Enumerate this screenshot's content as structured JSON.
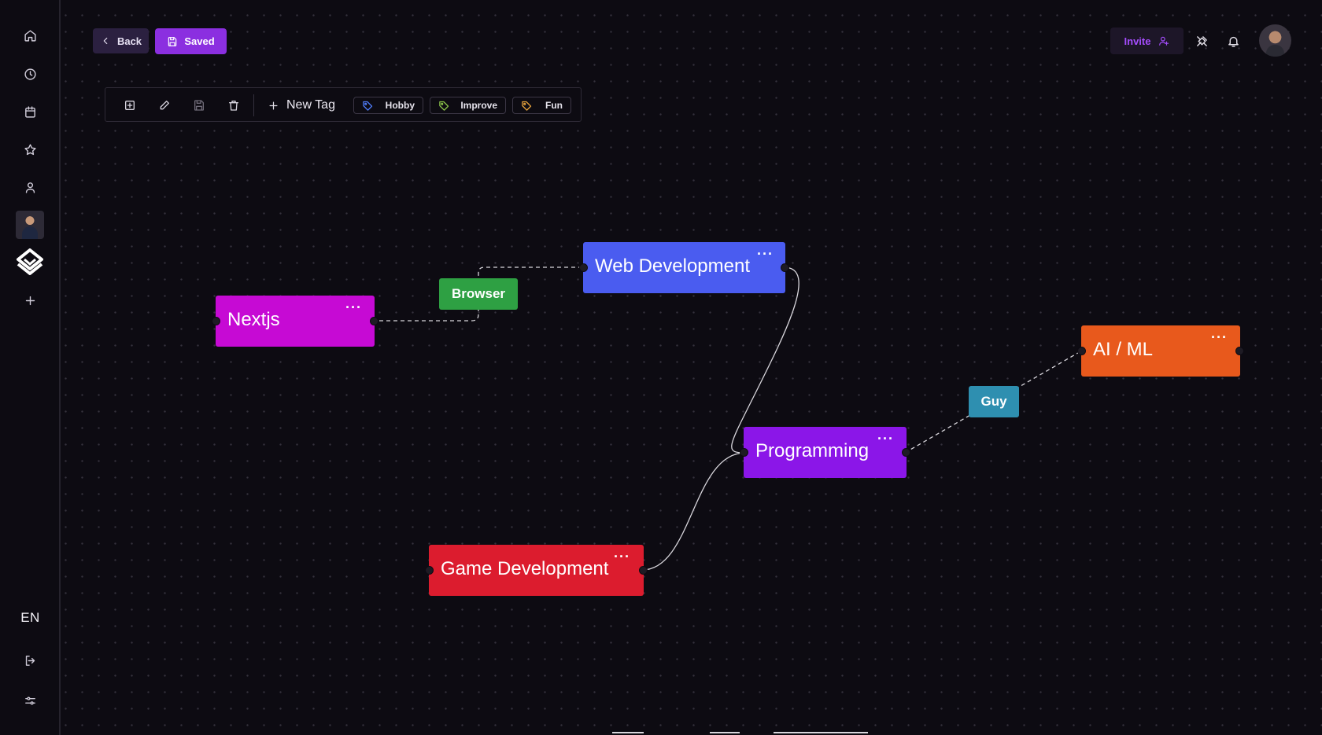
{
  "sidebar": {
    "items": [
      {
        "name": "home-icon"
      },
      {
        "name": "clock-icon"
      },
      {
        "name": "calendar-icon"
      },
      {
        "name": "star-icon"
      },
      {
        "name": "user-icon"
      },
      {
        "name": "plus-icon"
      }
    ],
    "language": "EN",
    "bottom_items": [
      {
        "name": "logout-icon"
      },
      {
        "name": "sliders-icon"
      }
    ]
  },
  "header": {
    "back_label": "Back",
    "saved_label": "Saved",
    "invite_label": "Invite"
  },
  "toolbar": {
    "new_tag_label": "New Tag",
    "tags": [
      {
        "label": "Hobby",
        "color": "#4f7cf7"
      },
      {
        "label": "Improve",
        "color": "#8bc34a"
      },
      {
        "label": "Fun",
        "color": "#e6a23c"
      }
    ]
  },
  "graph": {
    "nodes": [
      {
        "id": "web",
        "label": "Web Development",
        "color": "#4a5cf0"
      },
      {
        "id": "nextjs",
        "label": "Nextjs",
        "color": "#c60ad4"
      },
      {
        "id": "programming",
        "label": "Programming",
        "color": "#8b16e8"
      },
      {
        "id": "aiml",
        "label": "AI / ML",
        "color": "#e8591c"
      },
      {
        "id": "game",
        "label": "Game Development",
        "color": "#dc1c2e"
      }
    ],
    "edge_labels": [
      {
        "label": "Browser",
        "color": "#2ea043"
      },
      {
        "label": "Guy",
        "color": "#2e8fb0"
      }
    ],
    "node_menu": "···"
  },
  "colors": {
    "background": "#0d0b12",
    "accent": "#8b2fe0"
  }
}
